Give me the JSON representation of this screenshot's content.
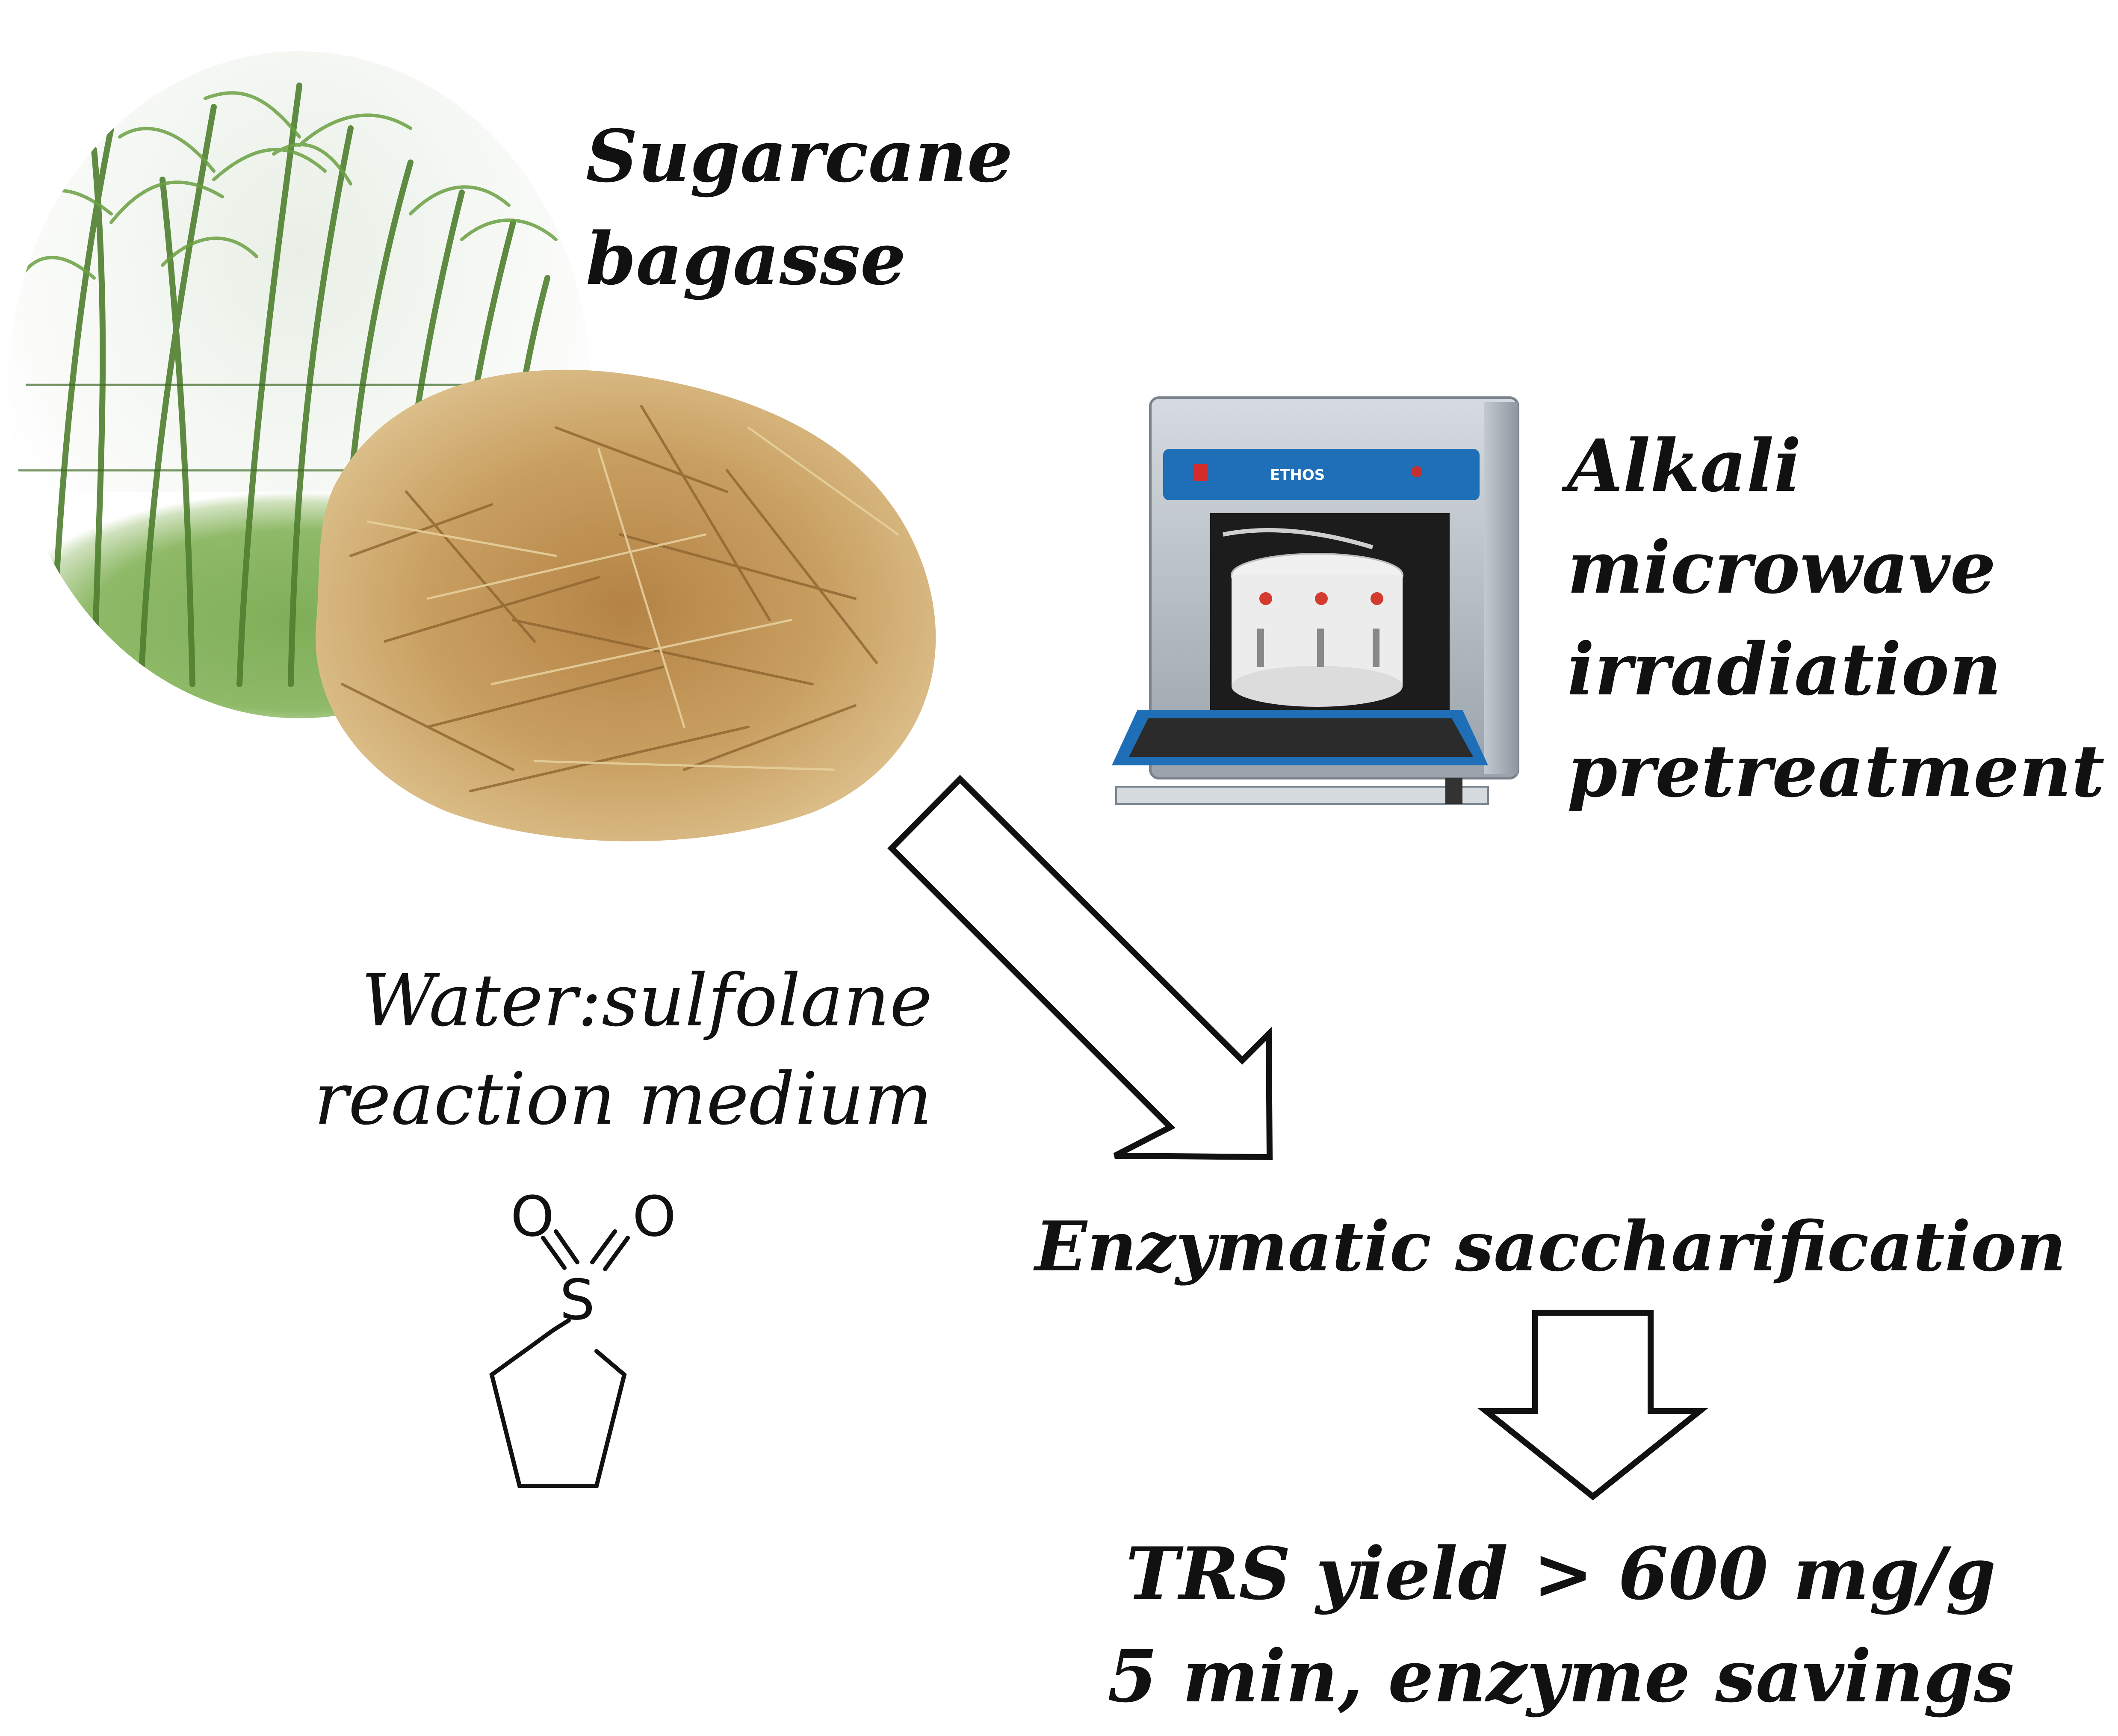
{
  "labels": {
    "feedstock": [
      "Sugarcane",
      "bagasse"
    ],
    "pretreatment": [
      "Alkali",
      "microwave",
      "irradiation",
      "pretreatment"
    ],
    "medium": [
      "Water:sulfolane",
      "reaction medium"
    ],
    "saccharification": "Enzymatic saccharification",
    "result": [
      "TRS yield > 600 mg/g",
      "5 min, enzyme savings"
    ]
  },
  "instrument": {
    "brand": "ETHOS"
  },
  "molecule": {
    "atoms": [
      "O",
      "O",
      "S"
    ]
  },
  "colors": {
    "text": "#111111",
    "arrow_stroke": "#111111",
    "instrument_blue": "#1f6fb8",
    "instrument_grey": "#a8b0b8",
    "bagasse": "#c79a55",
    "cane_green": "#5c8f3a"
  }
}
